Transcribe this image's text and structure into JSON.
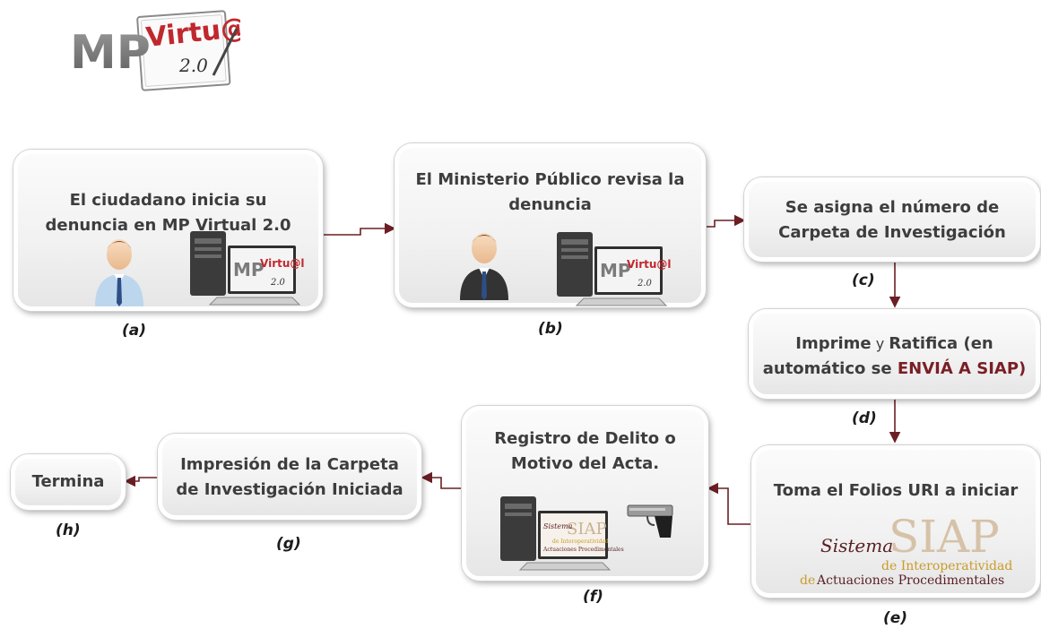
{
  "logo": {
    "mp": "MP",
    "virtual": "Virtu@l",
    "version": "2.0"
  },
  "steps": {
    "a": {
      "text": "El ciudadano inicia su\ndenuncia en MP Virtual 2.0",
      "label": "(a)"
    },
    "b": {
      "text": "El Ministerio Público revisa la\ndenuncia",
      "label": "(b)"
    },
    "c": {
      "text": "Se asigna el número de\nCarpeta de Investigación",
      "label": "(c)"
    },
    "d": {
      "text_1": "Imprime",
      "text_2": " y ",
      "text_3": "Ratifica (en",
      "text_4": "automático se ",
      "text_highlight": "ENVIÁ A SIAP)",
      "label": "(d)"
    },
    "e": {
      "text": "Toma el Folios URI a iniciar",
      "label": "(e)"
    },
    "f": {
      "text": "Registro de Delito o\nMotivo del Acta.",
      "label": "(f)"
    },
    "g": {
      "text": "Impresión de la Carpeta\nde Investigación Iniciada",
      "label": "(g)"
    },
    "h": {
      "text": "Termina",
      "label": "(h)"
    }
  },
  "siap_logo": {
    "siap": "SIAP",
    "sistema": "Sistema",
    "line2": "de Interoperatividad",
    "line3_de": "de",
    "line3_rest": " Actuaciones Procedimentales"
  },
  "mini_logo": {
    "mp": "MP",
    "virtual": "Virtu@l",
    "version": "2.0"
  },
  "mini_siap": {
    "siap": "SIAP",
    "sistema": "Sistema",
    "line2": "de Interoperatividad",
    "line3": "Actuaciones Procedimentales"
  },
  "colors": {
    "arrow": "#6b1f24",
    "title_red": "#7a1e25",
    "logo_red": "#c0282e",
    "logo_gray": "#7b7b7b",
    "siap_tan": "#d6c2a8",
    "siap_gold": "#c99b2a"
  },
  "icons": [
    "person-icon",
    "computer-icon",
    "gun-icon"
  ]
}
